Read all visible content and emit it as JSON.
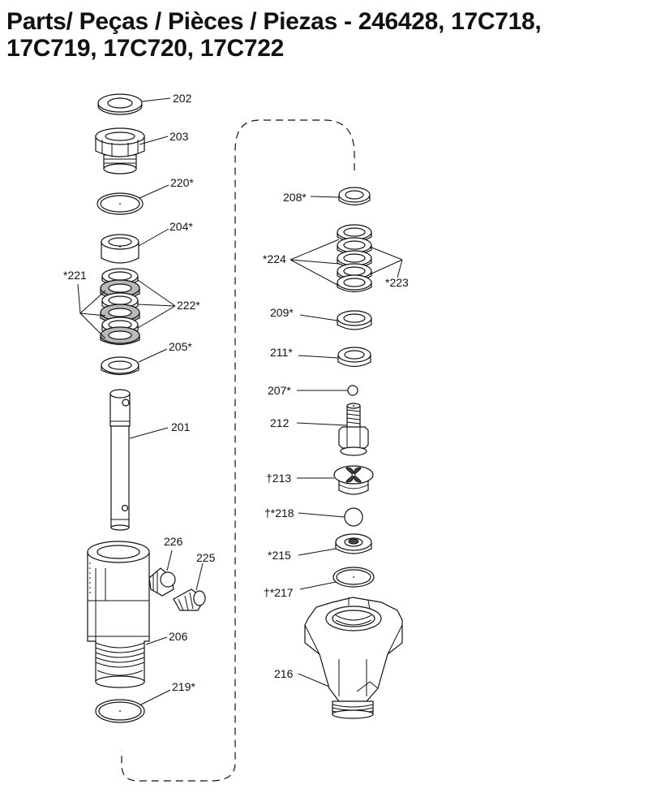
{
  "title": {
    "line1": "Parts/ Peças / Pièces / Piezas - 246428, 17C718,",
    "line2": "17C719, 17C720, 17C722"
  },
  "callouts": {
    "c202": "202",
    "c203": "203",
    "c220": "220*",
    "c204": "204*",
    "c221": "*221",
    "c222": "222*",
    "c205": "205*",
    "c201": "201",
    "c226": "226",
    "c225": "225",
    "c206": "206",
    "c219": "219*",
    "c208": "208*",
    "c224": "*224",
    "c223": "*223",
    "c209": "209*",
    "c211": "211*",
    "c207": "207*",
    "c212": "212",
    "c213": "†213",
    "c218": "†*218",
    "c215": "*215",
    "c217": "†*217",
    "c216": "216"
  },
  "parts": [
    {
      "id": "202",
      "shape": "flat washer ring"
    },
    {
      "id": "203",
      "shape": "threaded packing nut"
    },
    {
      "id": "220",
      "shape": "o-ring"
    },
    {
      "id": "204",
      "shape": "female gland"
    },
    {
      "id": "221",
      "shape": "v-packing stack, grey"
    },
    {
      "id": "222",
      "shape": "v-packing stack, white"
    },
    {
      "id": "205",
      "shape": "male gland"
    },
    {
      "id": "201",
      "shape": "displacement rod"
    },
    {
      "id": "226",
      "shape": "elbow fitting"
    },
    {
      "id": "225",
      "shape": "straight fitting"
    },
    {
      "id": "206",
      "shape": "cylinder"
    },
    {
      "id": "219",
      "shape": "o-ring"
    },
    {
      "id": "208",
      "shape": "male gland"
    },
    {
      "id": "224",
      "shape": "v-packing stack"
    },
    {
      "id": "223",
      "shape": "v-packing stack"
    },
    {
      "id": "209",
      "shape": "female gland"
    },
    {
      "id": "211",
      "shape": "spacer"
    },
    {
      "id": "207",
      "shape": "ball, small"
    },
    {
      "id": "212",
      "shape": "piston valve"
    },
    {
      "id": "213",
      "shape": "valve guide"
    },
    {
      "id": "218",
      "shape": "ball, large"
    },
    {
      "id": "215",
      "shape": "seat"
    },
    {
      "id": "217",
      "shape": "o-ring"
    },
    {
      "id": "216",
      "shape": "intake valve housing"
    }
  ]
}
